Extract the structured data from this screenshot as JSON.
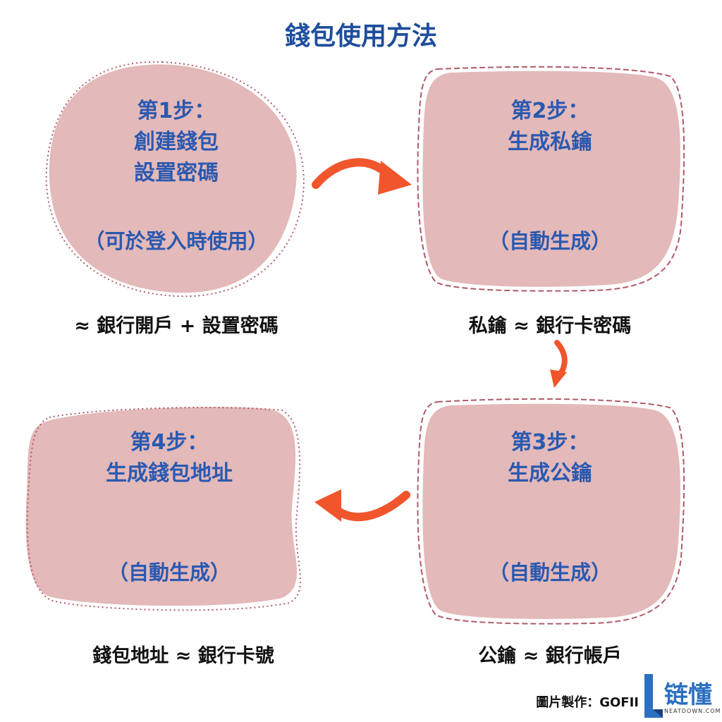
{
  "title": "錢包使用方法",
  "steps": [
    {
      "heading": "第1步：",
      "lines": [
        "創建錢包",
        "設置密碼"
      ],
      "note": "（可於登入時使用）",
      "caption": "≈ 銀行開戶 + 設置密碼"
    },
    {
      "heading": "第2步：",
      "lines": [
        "生成私鑰"
      ],
      "note": "（自動生成）",
      "caption": "私鑰 ≈ 銀行卡密碼"
    },
    {
      "heading": "第3步：",
      "lines": [
        "生成公鑰"
      ],
      "note": "（自動生成）",
      "caption": "公鑰 ≈ 銀行帳戶"
    },
    {
      "heading": "第4步：",
      "lines": [
        "生成錢包地址"
      ],
      "note": "（自動生成）",
      "caption": "錢包地址 ≈ 銀行卡號"
    }
  ],
  "credit": "圖片製作：GOFII",
  "logo": {
    "text": "链懂",
    "sub": "NEATDOWN.COM"
  },
  "colors": {
    "blob": "#e3b9b9",
    "outline": "#b05a6a",
    "arrow": "#f0552c",
    "text": "#2b59b0",
    "title": "#1f4e9c"
  }
}
